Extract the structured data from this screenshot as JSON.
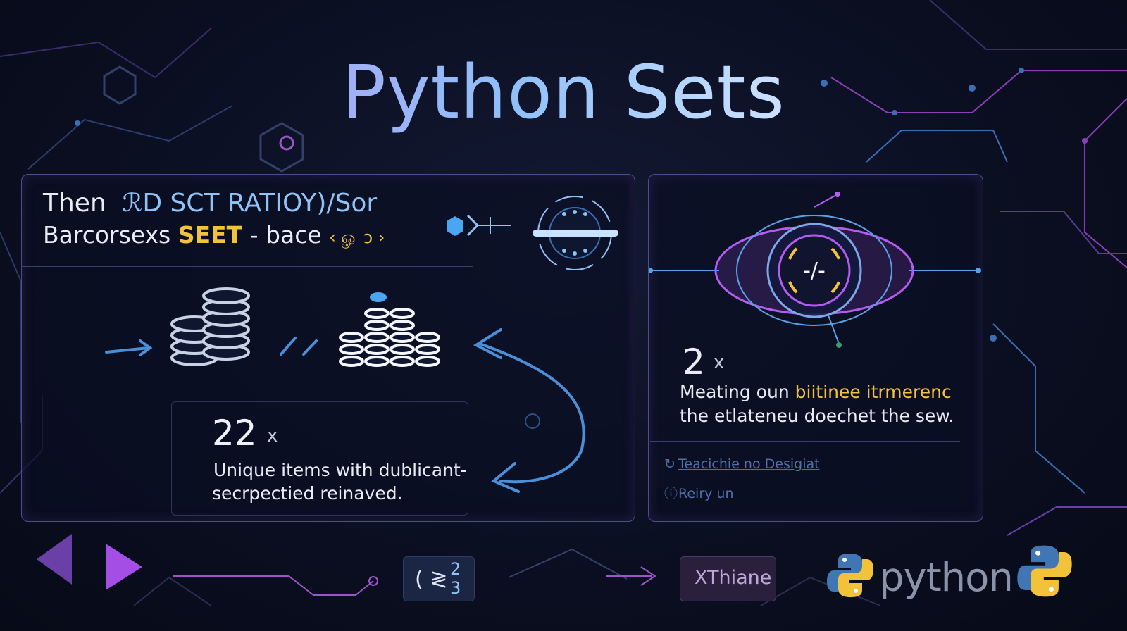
{
  "title": "Python Sets",
  "left_panel": {
    "header_line1_a": "Then",
    "header_line1_b": "ℛD SCT RATIOY)/Sor",
    "header_line2_a": "Barcorsexs",
    "header_line2_highlight": "SEET",
    "header_line2_b": "- bace",
    "header_line2_glyphs": "‹ ௐ ͻ ›",
    "stat_value": "22",
    "stat_suffix": "x",
    "desc_line1": "Unique items with dublicant-",
    "desc_line2": "secrpectied reinaved."
  },
  "right_panel": {
    "center_icon_label": "-/-",
    "stat_value": "2",
    "stat_suffix": "x",
    "line1_a": "Meating oun",
    "line1_highlight": "biitinee itrmerenc",
    "line2": "the etlateneu doechet the sew.",
    "link1": "Teacichie no Desigiat",
    "link2": "Reiry un"
  },
  "bottom_bar": {
    "code_chip_text": "( ≷",
    "code_chip_top": "2",
    "code_chip_bottom": "3",
    "th_chip_text": "XThiane",
    "python_wordmark": "python"
  },
  "colors": {
    "accent_yellow": "#f2c23b",
    "accent_blue": "#8fc3f6",
    "accent_purple": "#b45cf0",
    "background": "#0b0f22"
  }
}
